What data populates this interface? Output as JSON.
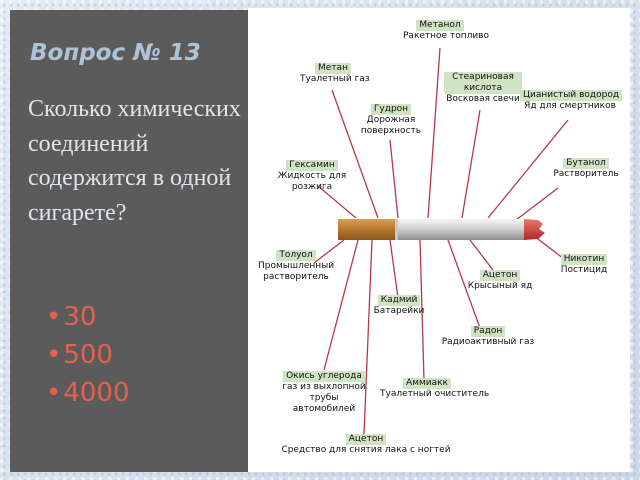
{
  "question": {
    "number": "Вопрос № 13",
    "text": "Сколько химических соединений содержится в одной сигарете?",
    "answers": [
      "30",
      "500",
      "4000"
    ]
  },
  "chemicals": [
    {
      "key": "methanol",
      "name": "Метанол",
      "use": "Ракетное топливо"
    },
    {
      "key": "methane",
      "name": "Метан",
      "use": "Туалетный газ"
    },
    {
      "key": "stearic",
      "name": "Стеариновая кислота",
      "use": "Восковая свечи"
    },
    {
      "key": "hcn",
      "name": "Цианистый водород",
      "use": "Яд для смертников"
    },
    {
      "key": "tar",
      "name": "Гудрон",
      "use": "Дорожная поверхность"
    },
    {
      "key": "hexamine",
      "name": "Гексамин",
      "use": "Жидкость для розжига"
    },
    {
      "key": "butanol",
      "name": "Бутанол",
      "use": "Растворитель"
    },
    {
      "key": "toluene",
      "name": "Толуол",
      "use": "Промышленный растворитель"
    },
    {
      "key": "nicotine",
      "name": "Никотин",
      "use": "Постицид"
    },
    {
      "key": "acetone_right",
      "name": "Ацетон",
      "use": "Крысыный яд"
    },
    {
      "key": "cadmium",
      "name": "Кадмий",
      "use": "Батарейки"
    },
    {
      "key": "radon",
      "name": "Радон",
      "use": "Радиоактивный газ"
    },
    {
      "key": "co",
      "name": "Окись углерода",
      "use": "газ из выхлопной трубы автомобилей"
    },
    {
      "key": "ammonia",
      "name": "Аммиакк",
      "use": "Туалетный очиститель"
    },
    {
      "key": "acetone_bottom",
      "name": "Ацетон",
      "use": "Средство для снятия лака с ногтей"
    }
  ],
  "colors": {
    "leader_line": "#b23a4a",
    "label_bg": "#d0e3c3",
    "answer": "#e8604e",
    "title": "#aec3d6"
  }
}
